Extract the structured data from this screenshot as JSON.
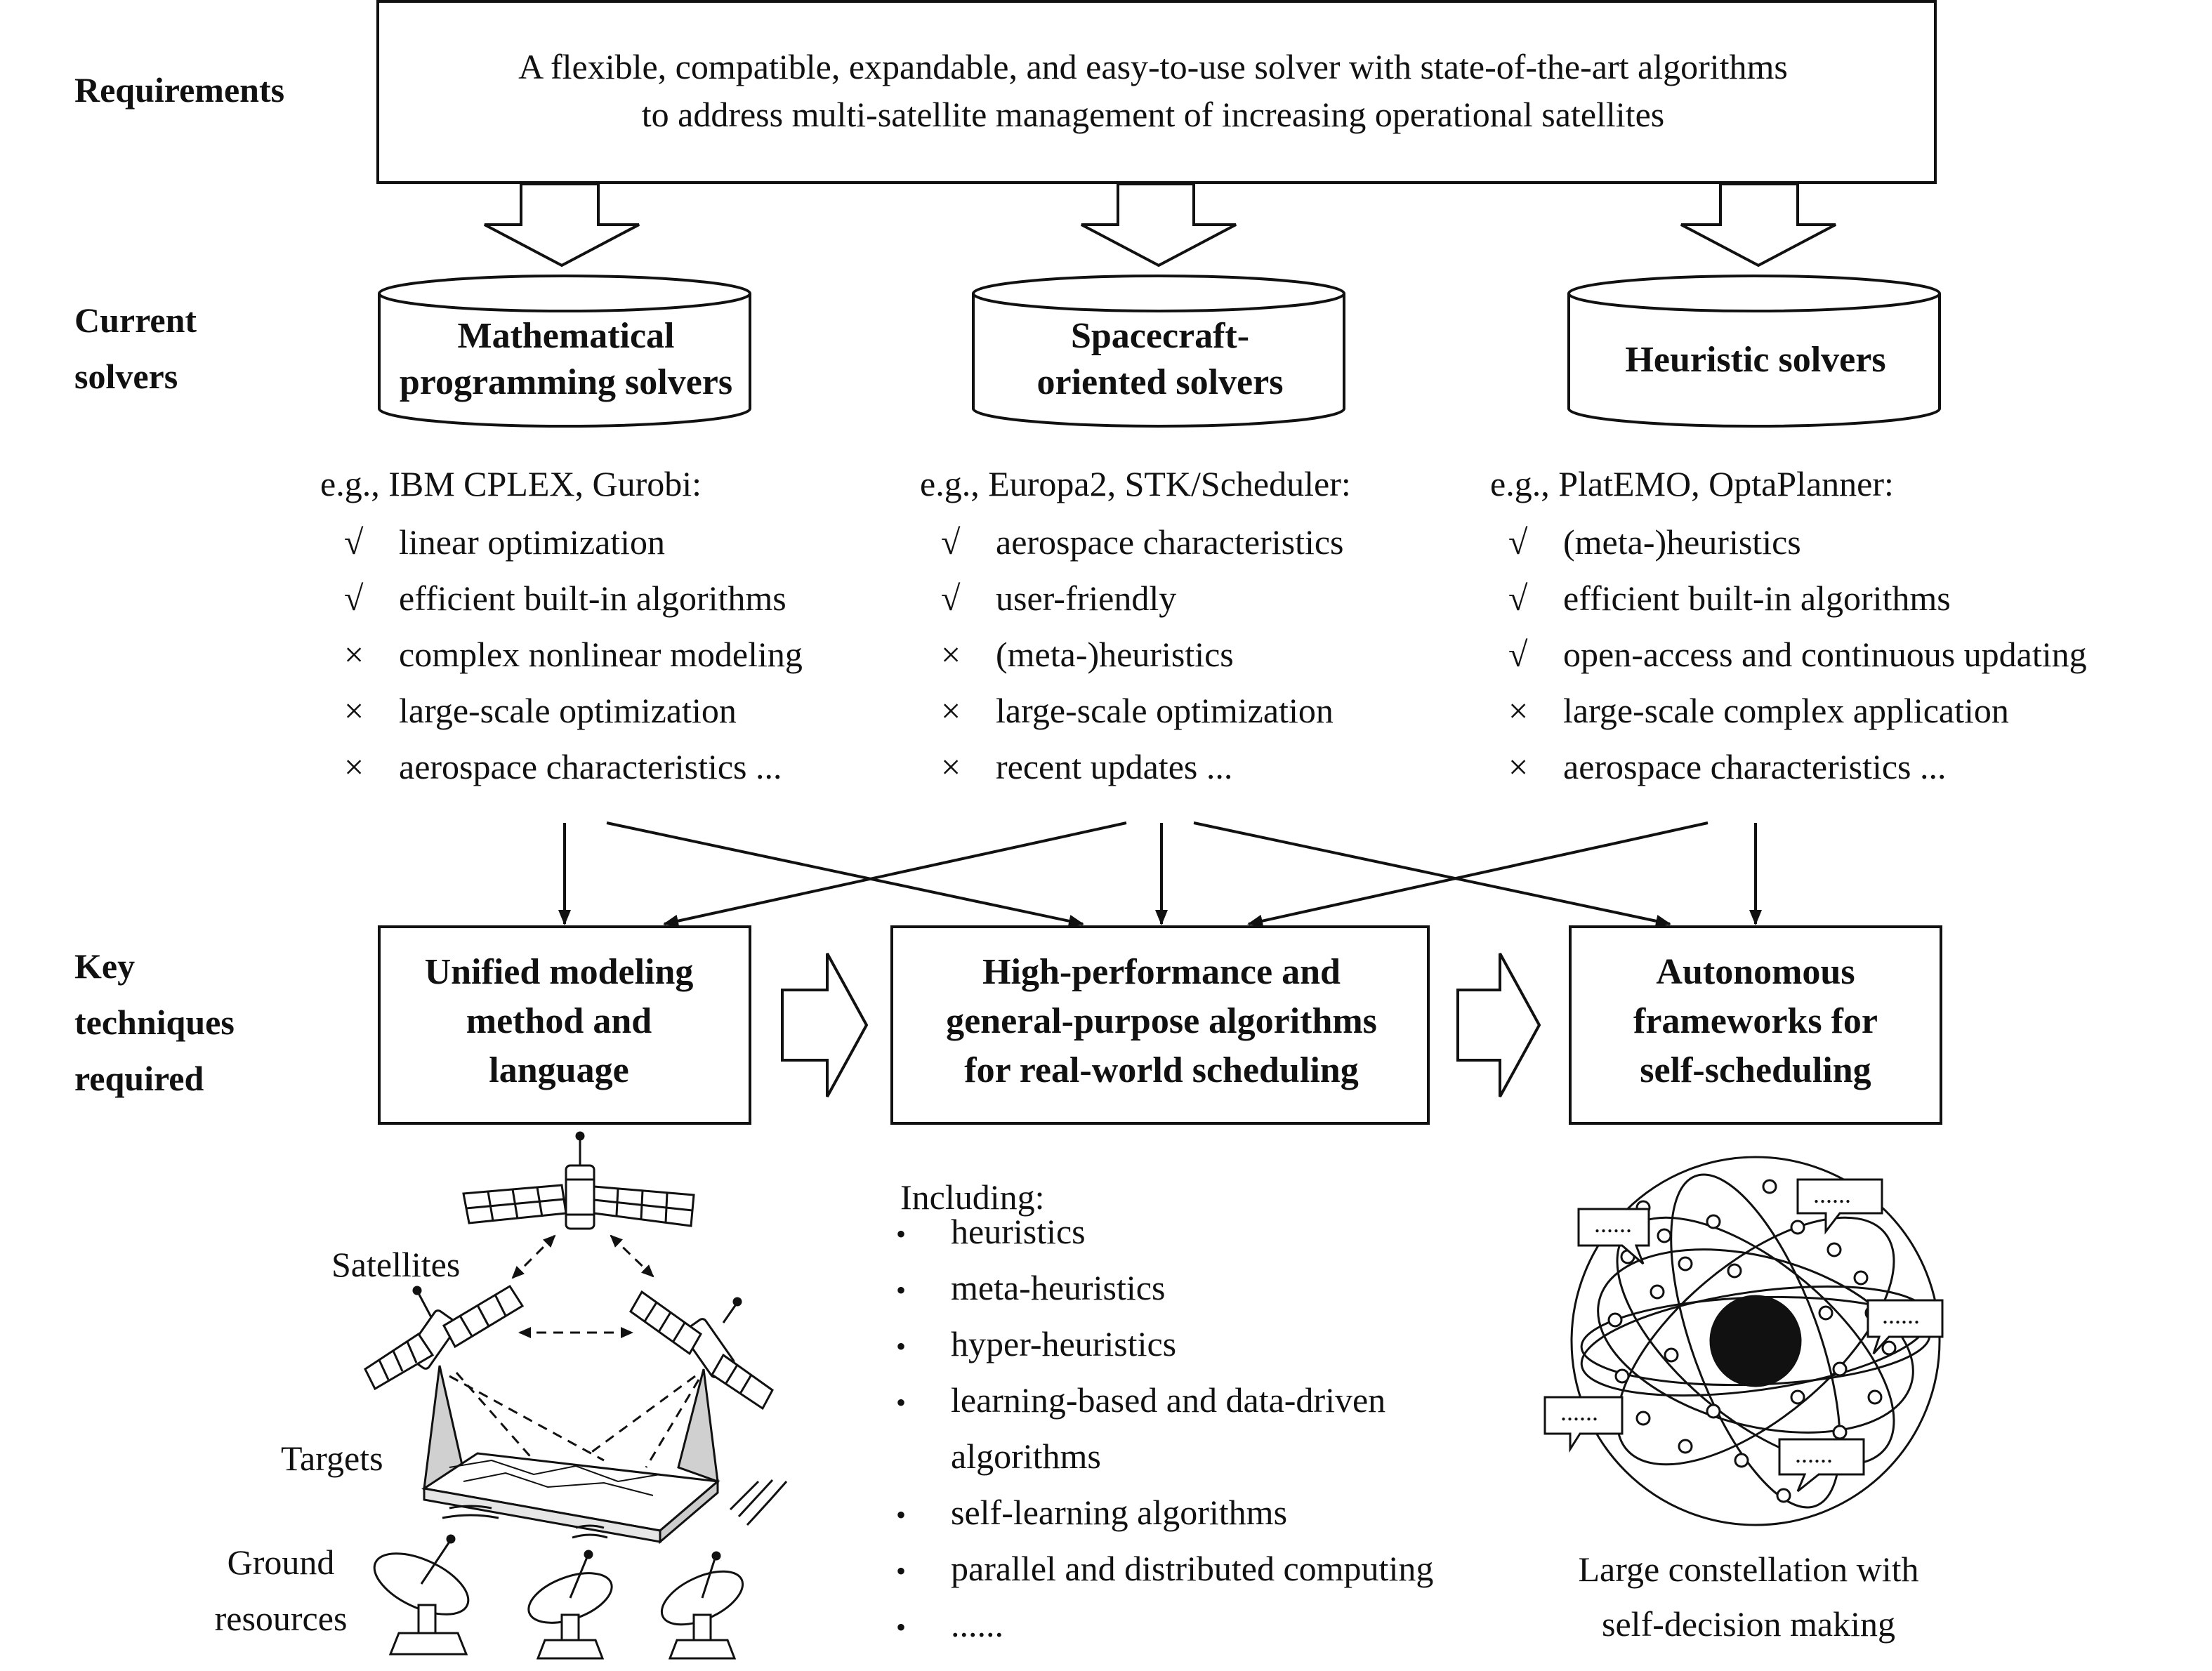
{
  "row_labels": {
    "requirements": "Requirements",
    "current_solvers": [
      "Current",
      "solvers"
    ],
    "key_techniques": [
      "Key",
      "techniques",
      "required"
    ]
  },
  "requirements_text": [
    "A flexible, compatible, expandable, and easy-to-use solver with state-of-the-art algorithms",
    "to address multi-satellite management of increasing operational satellites"
  ],
  "solvers": [
    {
      "title": [
        "Mathematical",
        "programming solvers"
      ],
      "examples": "e.g., IBM CPLEX, Gurobi:",
      "items": [
        {
          "mark": "√",
          "text": "linear optimization"
        },
        {
          "mark": "√",
          "text": "efficient built-in algorithms"
        },
        {
          "mark": "×",
          "text": "complex nonlinear modeling"
        },
        {
          "mark": "×",
          "text": "large-scale optimization"
        },
        {
          "mark": "×",
          "text": "aerospace characteristics ..."
        }
      ]
    },
    {
      "title": [
        "Spacecraft-",
        "oriented solvers"
      ],
      "examples": "e.g., Europa2, STK/Scheduler:",
      "items": [
        {
          "mark": "√",
          "text": "aerospace characteristics"
        },
        {
          "mark": "√",
          "text": "user-friendly"
        },
        {
          "mark": "×",
          "text": "(meta-)heuristics"
        },
        {
          "mark": "×",
          "text": "large-scale optimization"
        },
        {
          "mark": "×",
          "text": "recent updates ..."
        }
      ]
    },
    {
      "title": [
        "Heuristic solvers"
      ],
      "examples": "e.g., PlatEMO, OptaPlanner:",
      "items": [
        {
          "mark": "√",
          "text": "(meta-)heuristics"
        },
        {
          "mark": "√",
          "text": "efficient built-in algorithms"
        },
        {
          "mark": "√",
          "text": "open-access and continuous updating"
        },
        {
          "mark": "×",
          "text": "large-scale complex application"
        },
        {
          "mark": "×",
          "text": "aerospace characteristics ..."
        }
      ]
    }
  ],
  "techniques": [
    {
      "title": [
        "Unified modeling",
        "method and",
        "language"
      ]
    },
    {
      "title": [
        "High-performance and",
        "general-purpose algorithms",
        "for real-world scheduling"
      ]
    },
    {
      "title": [
        "Autonomous",
        "frameworks for",
        "self-scheduling"
      ]
    }
  ],
  "including": {
    "heading": "Including:",
    "bullet": "•",
    "items": [
      "heuristics",
      "meta-heuristics",
      "hyper-heuristics",
      "learning-based and data-driven",
      "algorithms",
      "self-learning algorithms",
      "parallel and distributed computing",
      "......"
    ],
    "bulleted": [
      true,
      true,
      true,
      true,
      false,
      true,
      true,
      true
    ]
  },
  "satellite_illustration": {
    "satellites": "Satellites",
    "targets": "Targets",
    "ground": [
      "Ground",
      "resources"
    ]
  },
  "constellation_caption": [
    "Large constellation with",
    "self-decision making"
  ],
  "speech_bubble_text": "......"
}
